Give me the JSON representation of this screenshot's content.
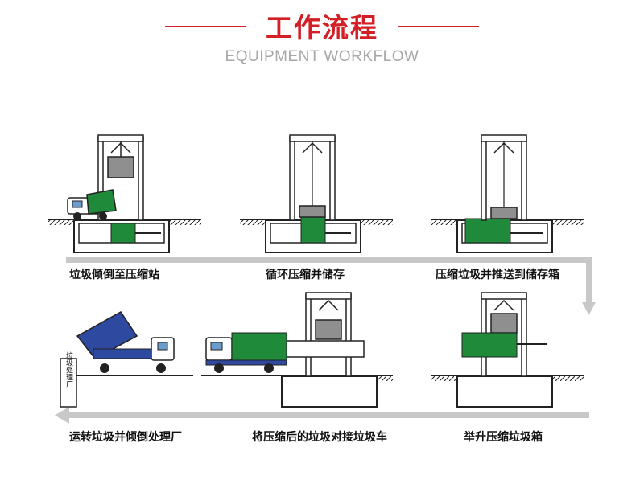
{
  "header": {
    "title": "工作流程",
    "subtitle": "EQUIPMENT WORKFLOW",
    "accent_color": "#d32027"
  },
  "steps": [
    {
      "label": "垃圾倾倒至压缩站"
    },
    {
      "label": "循环压缩并储存"
    },
    {
      "label": "压缩垃圾并推送到储存箱"
    },
    {
      "label": "举升压缩垃圾箱"
    },
    {
      "label": "将压缩后的垃圾对接垃圾车"
    },
    {
      "label": "运转垃圾并倾倒处理厂"
    }
  ],
  "plant_sign": {
    "text": "垃圾处理厂"
  },
  "colors": {
    "bin_green": "#1f8a3a",
    "truck_blue": "#2e4aa0",
    "flow_arrow": "#c8c8c8"
  }
}
